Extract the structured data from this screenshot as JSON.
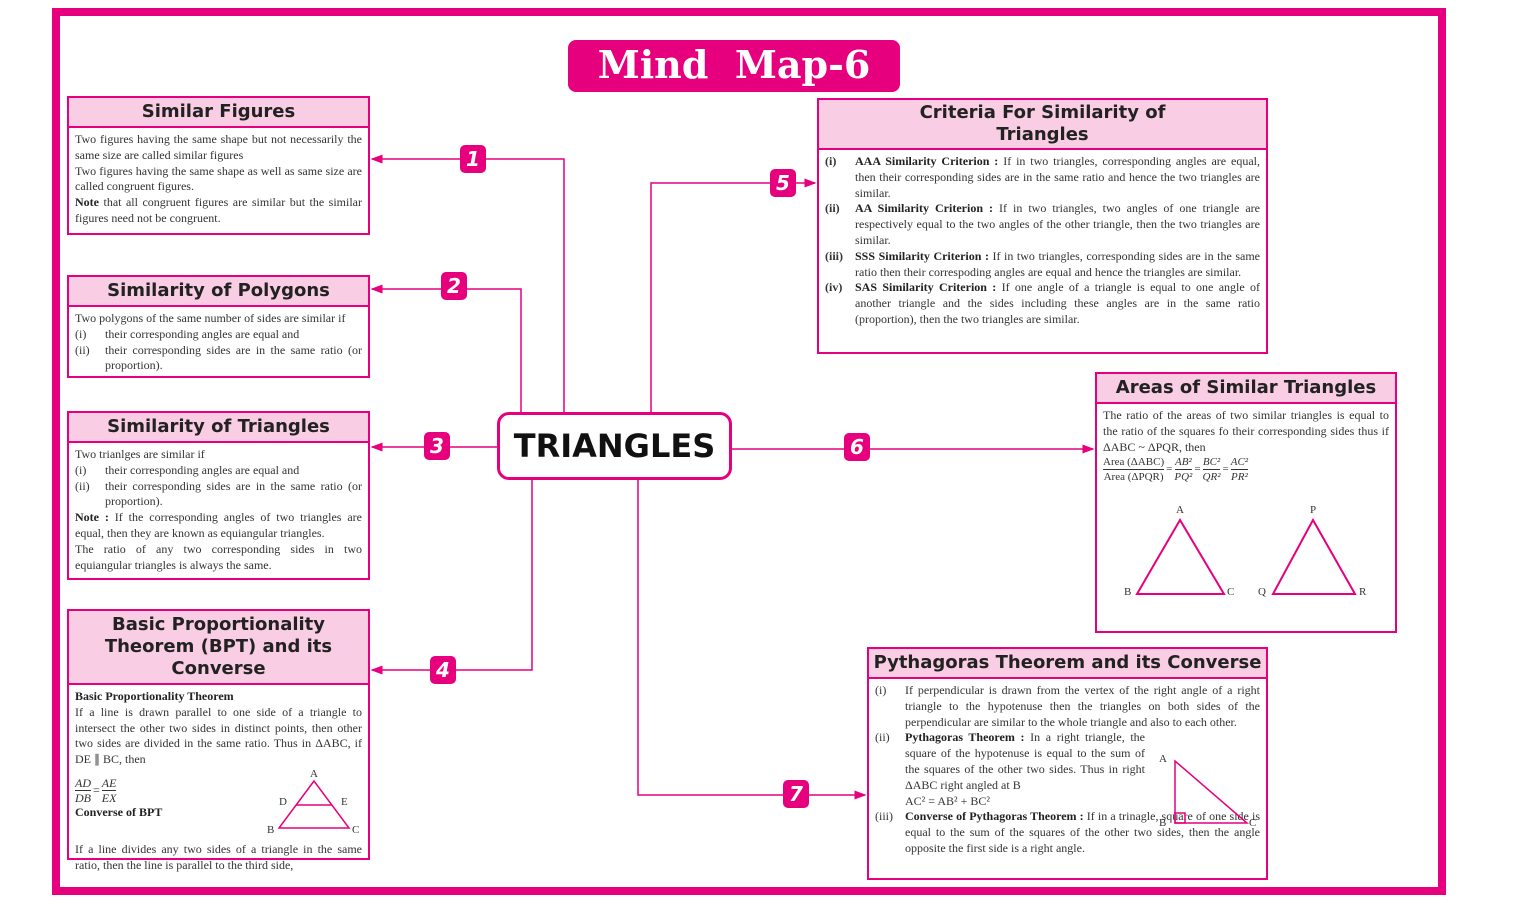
{
  "title": "Mind  Map-6",
  "center": "TRIANGLES",
  "badges": [
    "1",
    "2",
    "3",
    "4",
    "5",
    "6",
    "7"
  ],
  "similar_figures": {
    "heading": "Similar Figures",
    "p1": "Two figures having the same shape but not necessarily the same size are called similar figures",
    "p2": "Two figures having the same shape as well as same size are called congruent figures.",
    "note_label": "Note",
    "note": " that all congruent figures are similar but the similar figures need not be congruent."
  },
  "polygons": {
    "heading": "Similarity of Polygons",
    "intro": "Two polygons of the same number of sides are similar if",
    "items": [
      {
        "n": "(i)",
        "t": "their corresponding angles are equal and"
      },
      {
        "n": "(ii)",
        "t": "their corresponding sides are in the same ratio (or proportion)."
      }
    ]
  },
  "sim_triangles": {
    "heading": "Similarity of Triangles",
    "intro": "Two trianlges are similar if",
    "items": [
      {
        "n": "(i)",
        "t": "their corresponding angles are equal and"
      },
      {
        "n": "(ii)",
        "t": "their corresponding sides are in the same ratio (or proportion)."
      }
    ],
    "note_label": "Note :",
    "note": " If the corresponding angles of two triangles are equal, then they are known as equiangular triangles.",
    "p2": "The ratio of any two corresponding sides in two equiangular triangles is always the same."
  },
  "bpt": {
    "heading": "Basic Proportionality Theorem (BPT) and its Converse",
    "sub1": "Basic Proportionality Theorem",
    "p1": "If a line is drawn parallel to one side of a triangle to intersect the other two sides in distinct points, then other two sides are divided in the same ratio. Thus in ΔABC, if DE ∥ BC, then",
    "f1n": "AD",
    "f1d": "DB",
    "f2n": "AE",
    "f2d": "EX",
    "sub2": "Converse of BPT",
    "p2": "If a line divides any two sides of a triangle in the same ratio, then the line is parallel to the third side,",
    "labels": {
      "a": "A",
      "b": "B",
      "c": "C",
      "d": "D",
      "e": "E"
    }
  },
  "criteria": {
    "heading": "Criteria For Similarity of Triangles",
    "items": [
      {
        "n": "(i)",
        "k": "AAA Similarity Criterion :",
        "t": " If in two triangles, corresponding angles are equal, then their corresponding sides are in the same ratio and hence the two triangles are similar."
      },
      {
        "n": "(ii)",
        "k": "AA Similarity Criterion :",
        "t": " If in two triangles, two angles of one triangle are respectively equal to the two angles of the other triangle, then the two triangles are similar."
      },
      {
        "n": "(iii)",
        "k": "SSS Similarity Criterion :",
        "t": " If in two triangles, corresponding sides are in the same ratio then their correspoding angles are equal and hence the triangles are similar."
      },
      {
        "n": "(iv)",
        "k": "SAS Similarity Criterion :",
        "t": " If one angle of a triangle is equal to one angle of another triangle and the sides including these angles are in the same ratio (proportion), then the two triangles are similar."
      }
    ]
  },
  "areas": {
    "heading": "Areas of Similar Triangles",
    "p": "The ratio of the areas of two similar triangles is equal to the ratio of the squares fo their corresponding sides thus if ΔABC ~ ΔPQR, then",
    "f": [
      [
        "Area (ΔABC)",
        "Area (ΔPQR)"
      ],
      [
        "AB²",
        "PQ²"
      ],
      [
        "BC²",
        "QR²"
      ],
      [
        "AC²",
        "PR²"
      ]
    ],
    "labels": {
      "a": "A",
      "b": "B",
      "c": "C",
      "p": "P",
      "q": "Q",
      "r": "R"
    }
  },
  "pythagoras": {
    "heading": "Pythagoras Theorem and its Converse",
    "i_n": "(i)",
    "i": "If perpendicular is drawn from the vertex of the right angle of a right triangle to the hypotenuse then the triangles on both sides of the perpendicular are similar to the whole triangle and also to each other.",
    "ii_n": "(ii)",
    "ii_k": "Pythagoras Theorem :",
    "ii": " In a right triangle, the square of the hypotenuse is equal to the sum of the squares of the other two sides. Thus in right ΔABC right angled at B",
    "ii_eq": "AC² = AB² + BC²",
    "iii_n": "(iii)",
    "iii_k": "Converse of Pythagoras Theorem :",
    "iii": " If in a trinagle, square of one side is equal to the sum of the squares of the other two sides, then the angle opposite the first side is a right angle.",
    "labels": {
      "a": "A",
      "b": "B",
      "c": "C"
    }
  },
  "colors": {
    "accent": "#e6007e",
    "header_bg": "#f9cde3"
  }
}
